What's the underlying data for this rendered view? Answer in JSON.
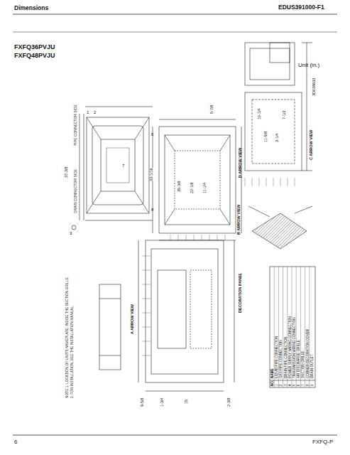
{
  "diagram": {
    "title": "Dimensions",
    "labels": [
      "EDUS391000-F1",
      "FXFQ36PVJU",
      "FXFQ48PVJU",
      "Unit (in.)",
      "6",
      "FXFQ-P",
      "3D038633",
      "A ARROW VIEW",
      "B ARROW VIEW",
      "C ARROW VIEW",
      "D ARROW VIEW",
      "DECORATION PANEL",
      "PIPE CONNECTOR SIDE",
      "DRAIN CONNECTOR SIDE",
      "37-3/8",
      "33-1/16",
      "35-3/8",
      "22-1/8",
      "11-1/4",
      "9-5/8",
      "1-3/4",
      "5-7/8",
      "10-1/4",
      "11-5/8",
      "3-1/4",
      "7-1/2",
      "15",
      "2-3/8",
      "NO.",
      "NAME",
      "1",
      "LIQUID PIPE CONNECTION",
      "2",
      "GAS PIPE CONNECTION",
      "3",
      "DRAIN PIPE CONNECTION",
      "4",
      "POWER SUPPLY WIRING CONNECTION",
      "5",
      "TRANSMISSION WIRING CONNECTION",
      "6",
      "AIR DISCHARGE GRILLE",
      "7",
      "SUCTION GRILLE",
      "8",
      "CORNER DECORATION COVER",
      "9",
      "DRAIN OUTLET",
      "NOTE 1. LOCATION OF UNIT'S NAMEPLATE: INSIDE THE SUCTION GRILLE.",
      "2. FOR INSTALLATION, SEE THE INSTALLATION MANUAL.",
      "1",
      "2",
      "3",
      "6",
      "7",
      "8"
    ]
  }
}
